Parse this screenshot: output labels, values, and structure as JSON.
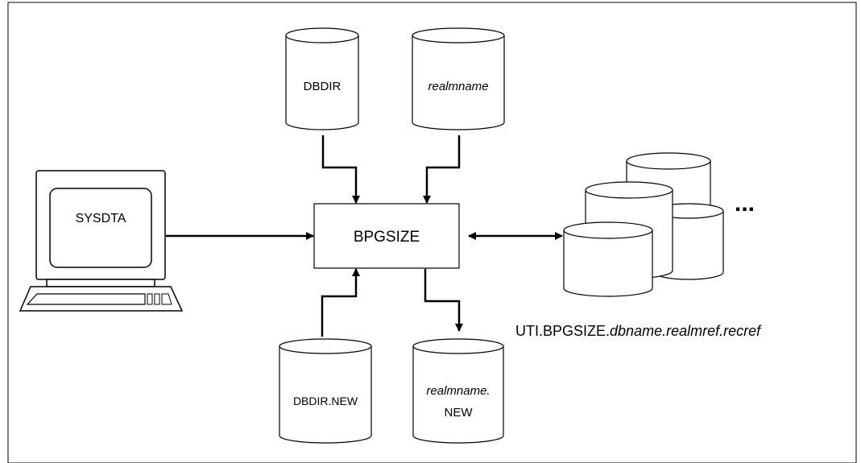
{
  "diagram": {
    "terminal_label": "SYSDTA",
    "program_label": "BPGSIZE",
    "input_dbdir_label": "DBDIR",
    "input_realm_label": "realmname",
    "output_dbdir_label": "DBDIR.NEW",
    "output_realm_line1": "realmname.",
    "output_realm_line2": "NEW",
    "ellipsis": "...",
    "backup_prefix": "UTI.BPGSIZE.",
    "backup_suffix": "dbname.realmref.recref"
  }
}
